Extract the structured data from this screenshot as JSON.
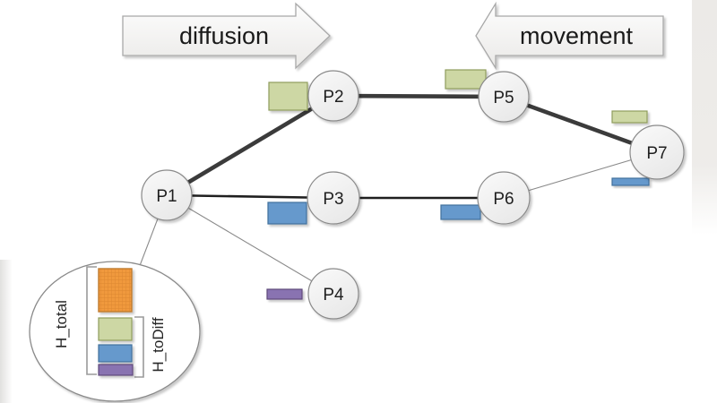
{
  "header": {
    "diffusion_label": "diffusion",
    "movement_label": "movement"
  },
  "nodes": [
    {
      "label": "P1"
    },
    {
      "label": "P2"
    },
    {
      "label": "P3"
    },
    {
      "label": "P4"
    },
    {
      "label": "P5"
    },
    {
      "label": "P6"
    },
    {
      "label": "P7"
    }
  ],
  "edges": [
    {
      "from": "P1",
      "to": "P2",
      "weight": "thick"
    },
    {
      "from": "P2",
      "to": "P5",
      "weight": "thick"
    },
    {
      "from": "P5",
      "to": "P7",
      "weight": "thick"
    },
    {
      "from": "P1",
      "to": "P3",
      "weight": "medium"
    },
    {
      "from": "P3",
      "to": "P6",
      "weight": "medium"
    },
    {
      "from": "P6",
      "to": "P7",
      "weight": "thin"
    },
    {
      "from": "P1",
      "to": "P4",
      "weight": "thin"
    },
    {
      "from": "P1",
      "to": "legend",
      "weight": "thin"
    }
  ],
  "bars": [
    {
      "node": "P2",
      "color": "green"
    },
    {
      "node": "P5",
      "color": "green"
    },
    {
      "node": "P7",
      "color": "green"
    },
    {
      "node": "P3",
      "color": "blue"
    },
    {
      "node": "P6",
      "color": "blue"
    },
    {
      "node": "P7",
      "color": "blue"
    },
    {
      "node": "P4",
      "color": "purple"
    }
  ],
  "legend": {
    "left_label": "H_total",
    "right_label": "H_toDiff",
    "swatches": [
      "orange",
      "green",
      "blue",
      "purple"
    ]
  },
  "colors": {
    "orange": "#F0993E",
    "green": "#CDD7A4",
    "blue": "#6699CC",
    "purple": "#8973B1",
    "edge_thick": "#3B3B3B",
    "edge_medium": "#1F1F1F",
    "edge_thin": "#8A8A8A"
  }
}
